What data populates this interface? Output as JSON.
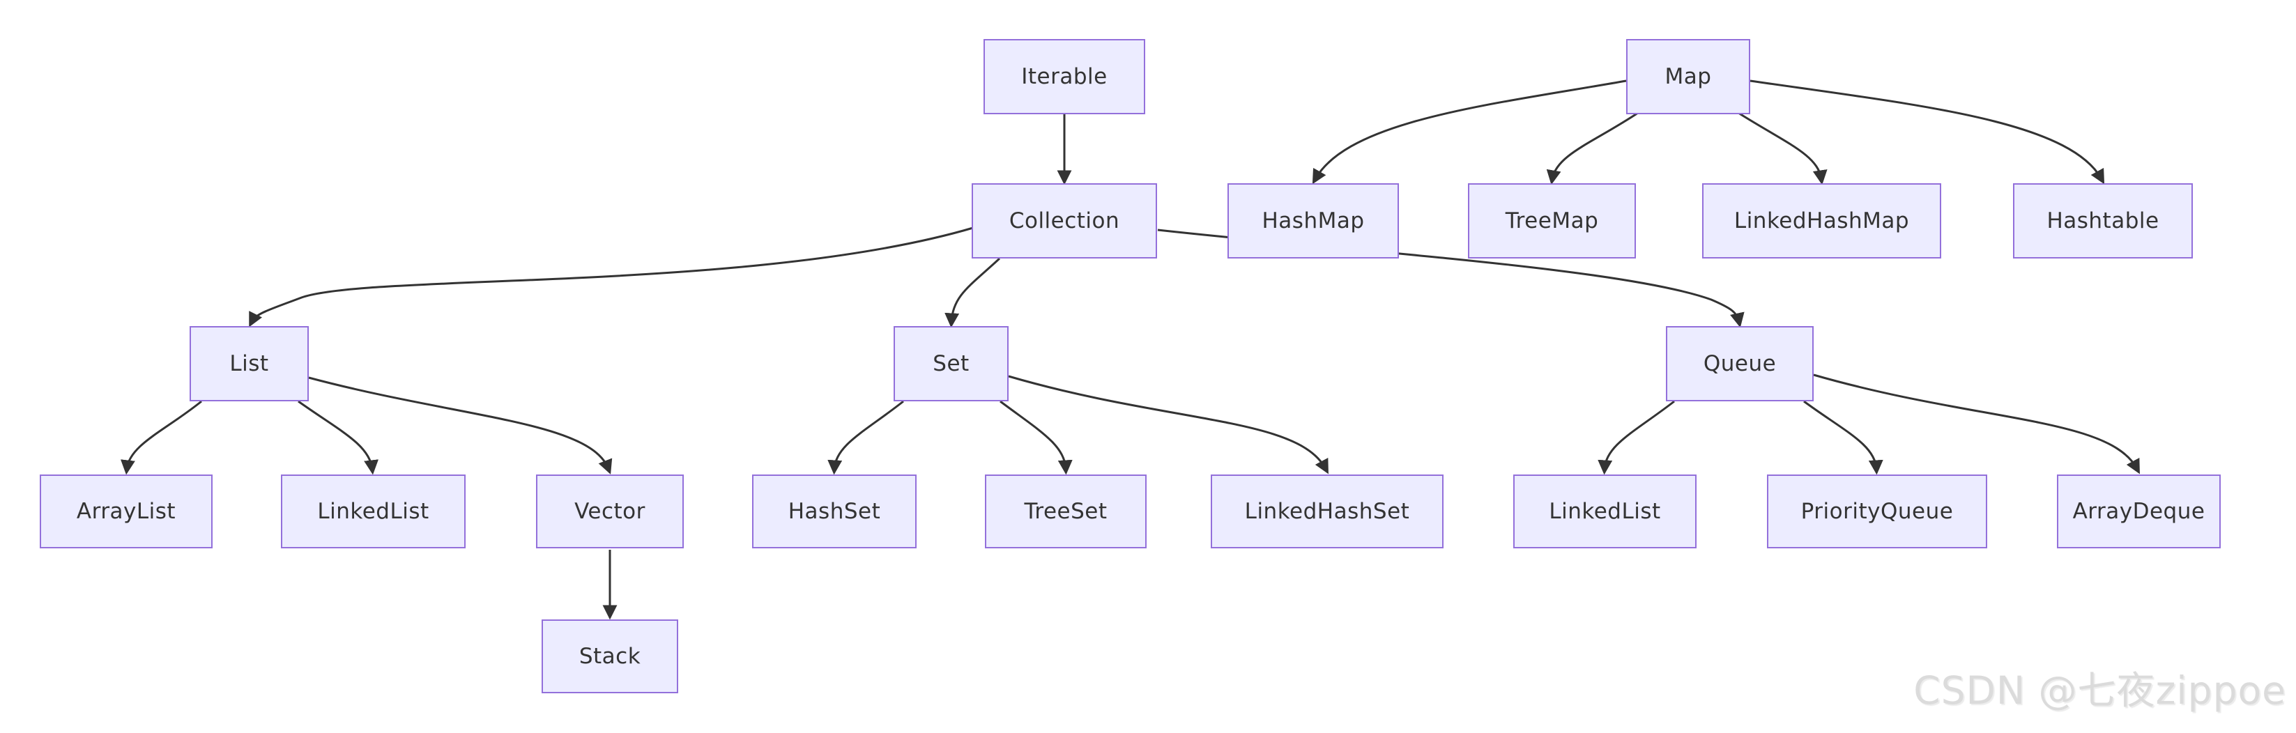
{
  "diagram": {
    "type": "flowchart",
    "nodes": {
      "iterable": {
        "label": "Iterable"
      },
      "map": {
        "label": "Map"
      },
      "collection": {
        "label": "Collection"
      },
      "hashmap": {
        "label": "HashMap"
      },
      "treemap": {
        "label": "TreeMap"
      },
      "linkedhashmap": {
        "label": "LinkedHashMap"
      },
      "hashtable": {
        "label": "Hashtable"
      },
      "list": {
        "label": "List"
      },
      "set": {
        "label": "Set"
      },
      "queue": {
        "label": "Queue"
      },
      "arraylist": {
        "label": "ArrayList"
      },
      "linkedlist_list": {
        "label": "LinkedList"
      },
      "vector": {
        "label": "Vector"
      },
      "hashset": {
        "label": "HashSet"
      },
      "treeset": {
        "label": "TreeSet"
      },
      "linkedhashset": {
        "label": "LinkedHashSet"
      },
      "linkedlist_queue": {
        "label": "LinkedList"
      },
      "priorityqueue": {
        "label": "PriorityQueue"
      },
      "arraydeque": {
        "label": "ArrayDeque"
      },
      "stack": {
        "label": "Stack"
      }
    },
    "edges": [
      {
        "from": "Iterable",
        "to": "Collection"
      },
      {
        "from": "Collection",
        "to": "List"
      },
      {
        "from": "Collection",
        "to": "Set"
      },
      {
        "from": "Collection",
        "to": "Queue"
      },
      {
        "from": "List",
        "to": "ArrayList"
      },
      {
        "from": "List",
        "to": "LinkedList"
      },
      {
        "from": "List",
        "to": "Vector"
      },
      {
        "from": "Vector",
        "to": "Stack"
      },
      {
        "from": "Set",
        "to": "HashSet"
      },
      {
        "from": "Set",
        "to": "TreeSet"
      },
      {
        "from": "Set",
        "to": "LinkedHashSet"
      },
      {
        "from": "Queue",
        "to": "LinkedList"
      },
      {
        "from": "Queue",
        "to": "PriorityQueue"
      },
      {
        "from": "Queue",
        "to": "ArrayDeque"
      },
      {
        "from": "Map",
        "to": "HashMap"
      },
      {
        "from": "Map",
        "to": "TreeMap"
      },
      {
        "from": "Map",
        "to": "LinkedHashMap"
      },
      {
        "from": "Map",
        "to": "Hashtable"
      }
    ]
  },
  "colors": {
    "node_fill": "#ECECFF",
    "node_border": "#9370DB",
    "edge": "#333333",
    "text": "#333333",
    "watermark": "#dbdbdb",
    "background": "#ffffff"
  },
  "watermark": {
    "text": "CSDN @七夜zippoe"
  }
}
